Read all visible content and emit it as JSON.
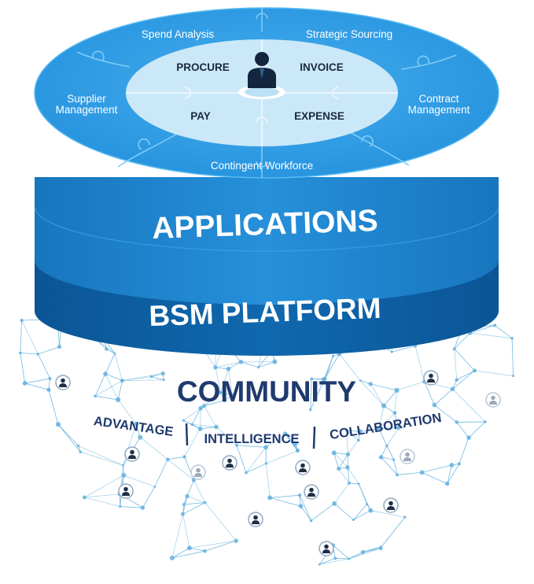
{
  "top_ring": {
    "spend_analysis": "Spend Analysis",
    "strategic_sourcing": "Strategic Sourcing",
    "supplier_management_line1": "Supplier",
    "supplier_management_line2": "Management",
    "contract_management_line1": "Contract",
    "contract_management_line2": "Management",
    "contingent_workforce": "Contingent Workforce"
  },
  "center": {
    "procure": "PROCURE",
    "invoice": "INVOICE",
    "pay": "PAY",
    "expense": "EXPENSE",
    "icon": "person-icon"
  },
  "layers": {
    "applications": "APPLICATIONS",
    "platform": "BSM PLATFORM"
  },
  "community": {
    "title": "COMMUNITY",
    "advantage": "ADVANTAGE",
    "intelligence": "INTELLIGENCE",
    "collaboration": "COLLABORATION"
  },
  "colors": {
    "top_face": "#2E9DE6",
    "inner_disc": "#CDE9F8",
    "applications_band": "#1E86CF",
    "platform_band": "#0E5FA3",
    "network": "#5DAEDD",
    "community_text": "#1F3A6E"
  }
}
